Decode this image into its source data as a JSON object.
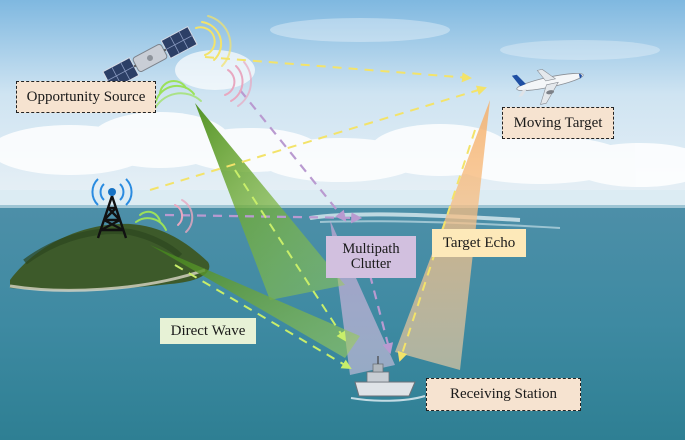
{
  "labels": {
    "opportunity_source": "Opportunity Source",
    "moving_target": "Moving Target",
    "receiving_station": "Receiving Station",
    "direct_wave": "Direct Wave",
    "multipath_line1": "Multipath",
    "multipath_line2": "Clutter",
    "target_echo": "Target Echo"
  },
  "colors": {
    "direct_wave": "#6fae2a",
    "target_echo": "#f5b77a",
    "multipath_clutter": "#c9a6d6",
    "signal_arrow_yellow": "#f3e36a",
    "signal_arrow_purple": "#b99ad0",
    "arc_green": "#9be15a",
    "arc_pink": "#e8a8c0"
  },
  "icons": [
    "satellite-icon",
    "airplane-icon",
    "radio-tower-icon",
    "ship-icon"
  ]
}
